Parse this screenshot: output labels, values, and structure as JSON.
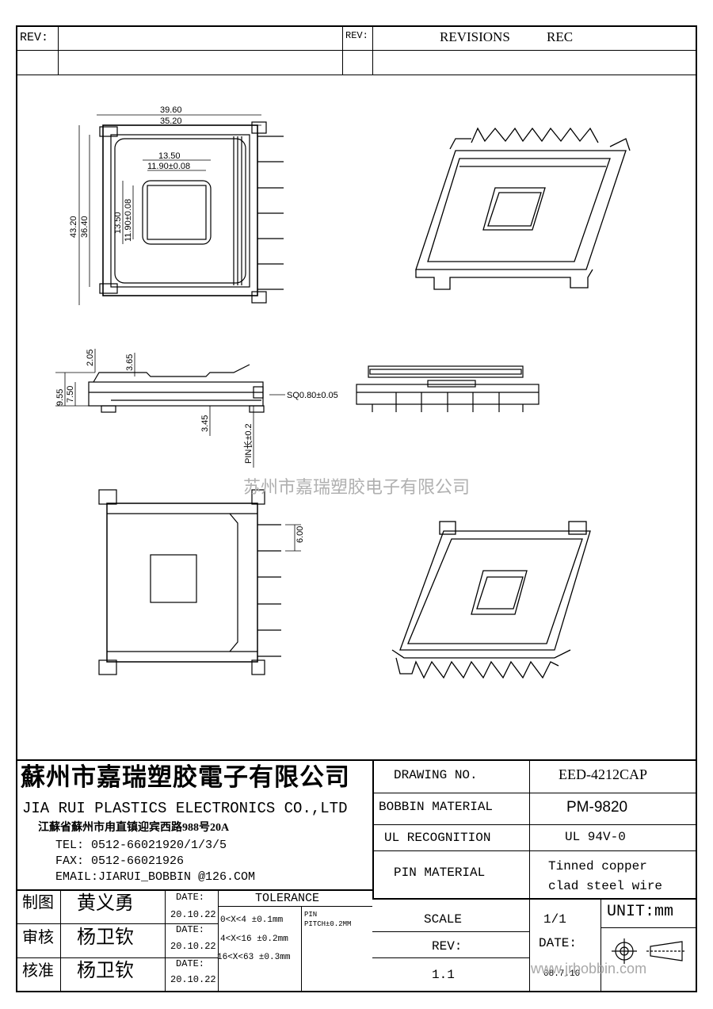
{
  "header": {
    "rev_label_left": "REV:",
    "rev_label_right": "REV:",
    "revisions": "REVISIONS",
    "rec": "REC"
  },
  "drawing": {
    "dims_top": {
      "w_outer": "39.60",
      "w_inner": "35.20",
      "w_center": "13.50",
      "w_center_tol": "11.90±0.08",
      "h_outer": "43.20",
      "h_inner": "36.40",
      "h_center": "13.50",
      "h_center_tol": "11.90±0.08"
    },
    "dims_side": {
      "d1": "2.05",
      "d2": "3.65",
      "h1": "9.55",
      "h2": "7.50",
      "d3": "3.45",
      "sq": "SQ0.80±0.05",
      "pin": "PIN长±0.2"
    },
    "dims_bottom": {
      "pitch": "6.00"
    },
    "watermark": "苏州市嘉瑞塑胶电子有限公司"
  },
  "titleblock": {
    "company_cn": "蘇州市嘉瑞塑胶電子有限公司",
    "company_en": "JIA RUI PLASTICS ELECTRONICS CO.,LTD",
    "address": "江蘇省蘇州市甪直镇迎宾西路988号20A",
    "tel": "TEL:  0512-66021920/1/3/5",
    "fax": "FAX:  0512-66021926",
    "email": "EMAIL:JIARUI_BOBBIN @126.COM",
    "drawing_no_label": "DRAWING   NO.",
    "drawing_no": "EED-4212CAP",
    "bobbin_material_label": "BOBBIN  MATERIAL",
    "bobbin_material": "PM-9820",
    "ul_label": "UL RECOGNITION",
    "ul_value": "UL 94V-0",
    "pin_material_label": "PIN MATERIAL",
    "pin_material_1": "Tinned copper",
    "pin_material_2": "clad steel wire",
    "scale_label": "SCALE",
    "scale_value": "1/1",
    "unit": "UNIT:mm",
    "rev_label": "REV:",
    "rev_value": "1.1",
    "date_label": "DATE:",
    "date_value": "08.7.10",
    "website": "www.jrbobbin.com",
    "sign_rows": [
      {
        "role": "制图",
        "name": "黄义勇",
        "date_label": "DATE:",
        "date": "20.10.22"
      },
      {
        "role": "审核",
        "name": "杨卫钦",
        "date_label": "DATE:",
        "date": "20.10.22"
      },
      {
        "role": "核准",
        "name": "杨卫钦",
        "date_label": "DATE:",
        "date": "20.10.22"
      }
    ],
    "tolerance_label": "TOLERANCE",
    "tol_1": "0<X<4  ±0.1mm",
    "tol_2": "4<X<16 ±0.2mm",
    "tol_3": "16<X<63 ±0.3mm",
    "pin_pitch_1": "PIN",
    "pin_pitch_2": "PITCH±0.2MM"
  }
}
